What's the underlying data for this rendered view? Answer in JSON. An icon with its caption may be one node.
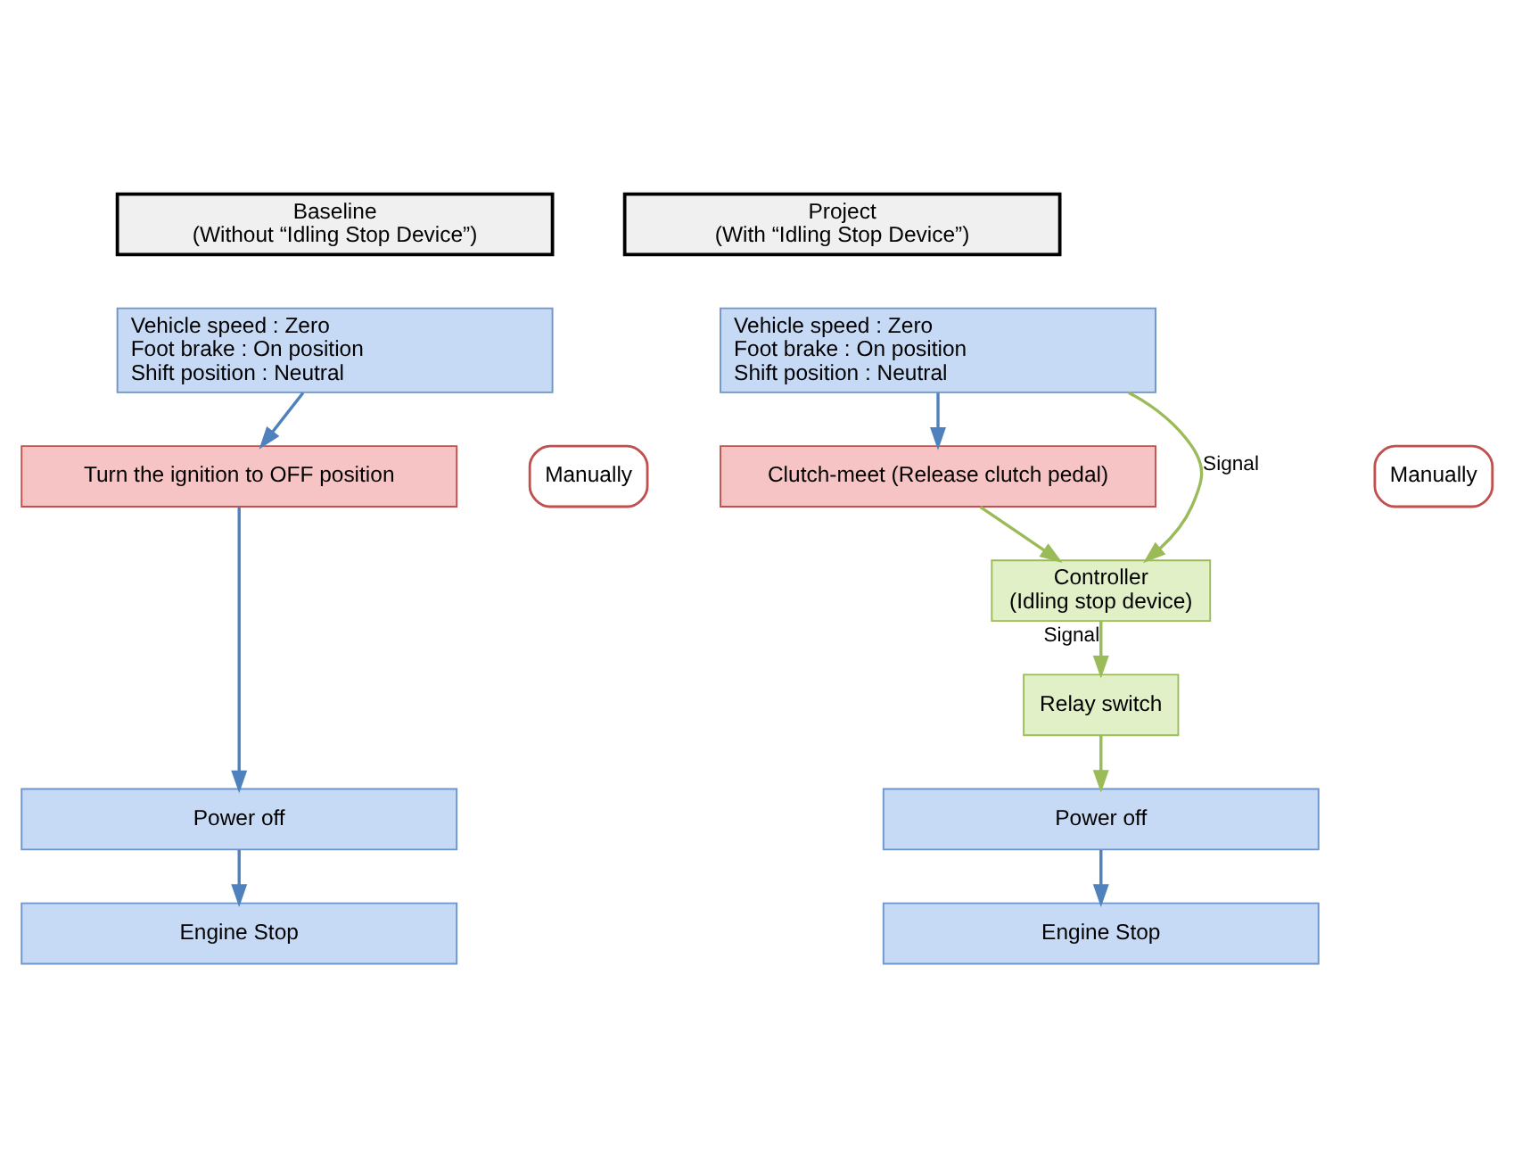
{
  "diagram": {
    "nodes": [
      {
        "text": [
          "Baseline",
          "(Without “Idling Stop Device”)"
        ]
      },
      {
        "text": [
          "Project",
          "(With “Idling Stop Device”)"
        ]
      },
      {
        "text": [
          "Vehicle speed : Zero",
          "Foot brake : On position",
          "Shift position : Neutral"
        ]
      },
      {
        "text": [
          "Manually"
        ]
      },
      {
        "text": [
          "Turn the ignition to OFF position"
        ]
      },
      {
        "text": [
          "Power off"
        ]
      },
      {
        "text": [
          "Engine Stop"
        ]
      },
      {
        "text": [
          "Vehicle speed : Zero",
          "Foot brake : On position",
          "Shift position : Neutral"
        ]
      },
      {
        "text": [
          "Manually"
        ]
      },
      {
        "text": [
          "Clutch-meet (Release clutch pedal)"
        ]
      },
      {
        "text": [
          "Controller",
          "(Idling stop device)"
        ]
      },
      {
        "text": [
          "Relay switch"
        ]
      },
      {
        "text": [
          "Power off"
        ]
      },
      {
        "text": [
          "Engine Stop"
        ]
      }
    ],
    "edges": [
      {
        "from": 2,
        "to": 4,
        "arrow": "to",
        "color": "#4f81bd"
      },
      {
        "from": 4,
        "to": 5,
        "arrow": "to",
        "color": "#4f81bd"
      },
      {
        "from": 5,
        "to": 6,
        "arrow": "to",
        "color": "#4f81bd"
      },
      {
        "from": 7,
        "to": 9,
        "arrow": "to",
        "color": "#4f81bd"
      },
      {
        "from": 7,
        "to": 10,
        "arrow": "to",
        "label": "Signal",
        "color": "#9bbb59"
      },
      {
        "from": 9,
        "to": 10,
        "arrow": "to",
        "color": "#9bbb59"
      },
      {
        "from": 10,
        "to": 11,
        "arrow": "to",
        "label": "Signal",
        "color": "#9bbb59"
      },
      {
        "from": 11,
        "to": 12,
        "arrow": "to",
        "color": "#9bbb59"
      },
      {
        "from": 12,
        "to": 13,
        "arrow": "to",
        "color": "#4f81bd"
      }
    ]
  }
}
